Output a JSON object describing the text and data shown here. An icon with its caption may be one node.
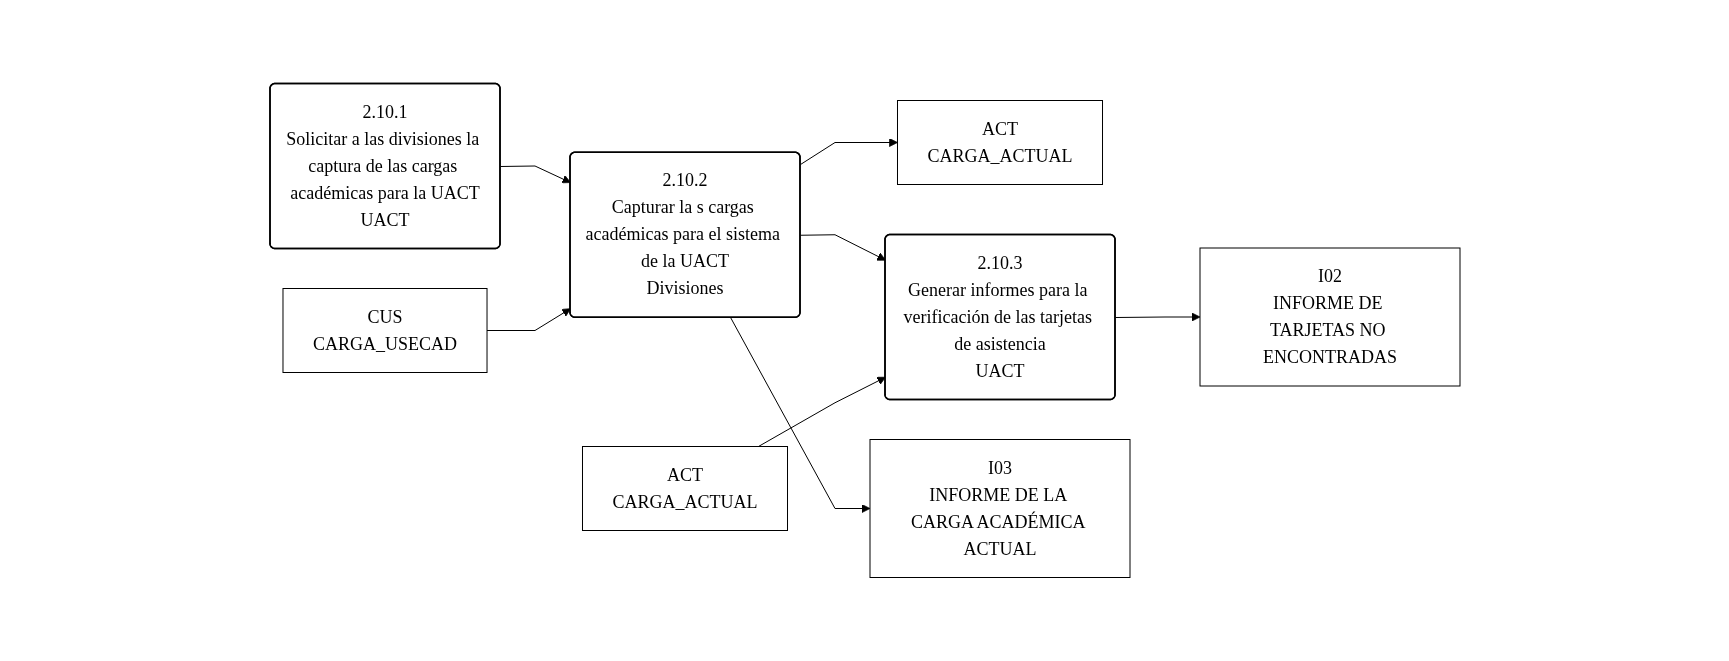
{
  "diagram": {
    "nodes": [
      {
        "text": [
          "2.10.1",
          "Solicitar a las divisiones la captura de las cargas académicas para la UACT",
          "UACT"
        ]
      },
      {
        "text": [
          "ACT",
          "CARGA_ACTUAL"
        ]
      },
      {
        "text": [
          "2.10.2",
          "Capturar la s cargas académicas para el sistema de la UACT",
          "Divisiones"
        ]
      },
      {
        "text": [
          "CUS",
          "CARGA_USECAD"
        ]
      },
      {
        "text": [
          "2.10.3",
          "Generar informes para la verificación de las tarjetas de asistencia",
          "UACT"
        ]
      },
      {
        "text": [
          "ACT",
          "CARGA_ACTUAL"
        ]
      },
      {
        "text": [
          "I02",
          "INFORME DE TARJETAS NO ENCONTRADAS"
        ]
      },
      {
        "text": [
          "I03",
          "INFORME DE LA CARGA ACADÉMICA ACTUAL"
        ]
      }
    ],
    "edges": [
      {
        "from": 0,
        "to": 2,
        "arrow": "to"
      },
      {
        "from": 2,
        "to": 1,
        "arrow": "to"
      },
      {
        "from": 3,
        "to": 2,
        "arrow": "to"
      },
      {
        "from": 2,
        "to": 4,
        "arrow": "to"
      },
      {
        "from": 2,
        "to": 7,
        "arrow": "to"
      },
      {
        "from": 5,
        "to": 4,
        "arrow": "to"
      },
      {
        "from": 4,
        "to": 6,
        "arrow": "to"
      }
    ]
  }
}
